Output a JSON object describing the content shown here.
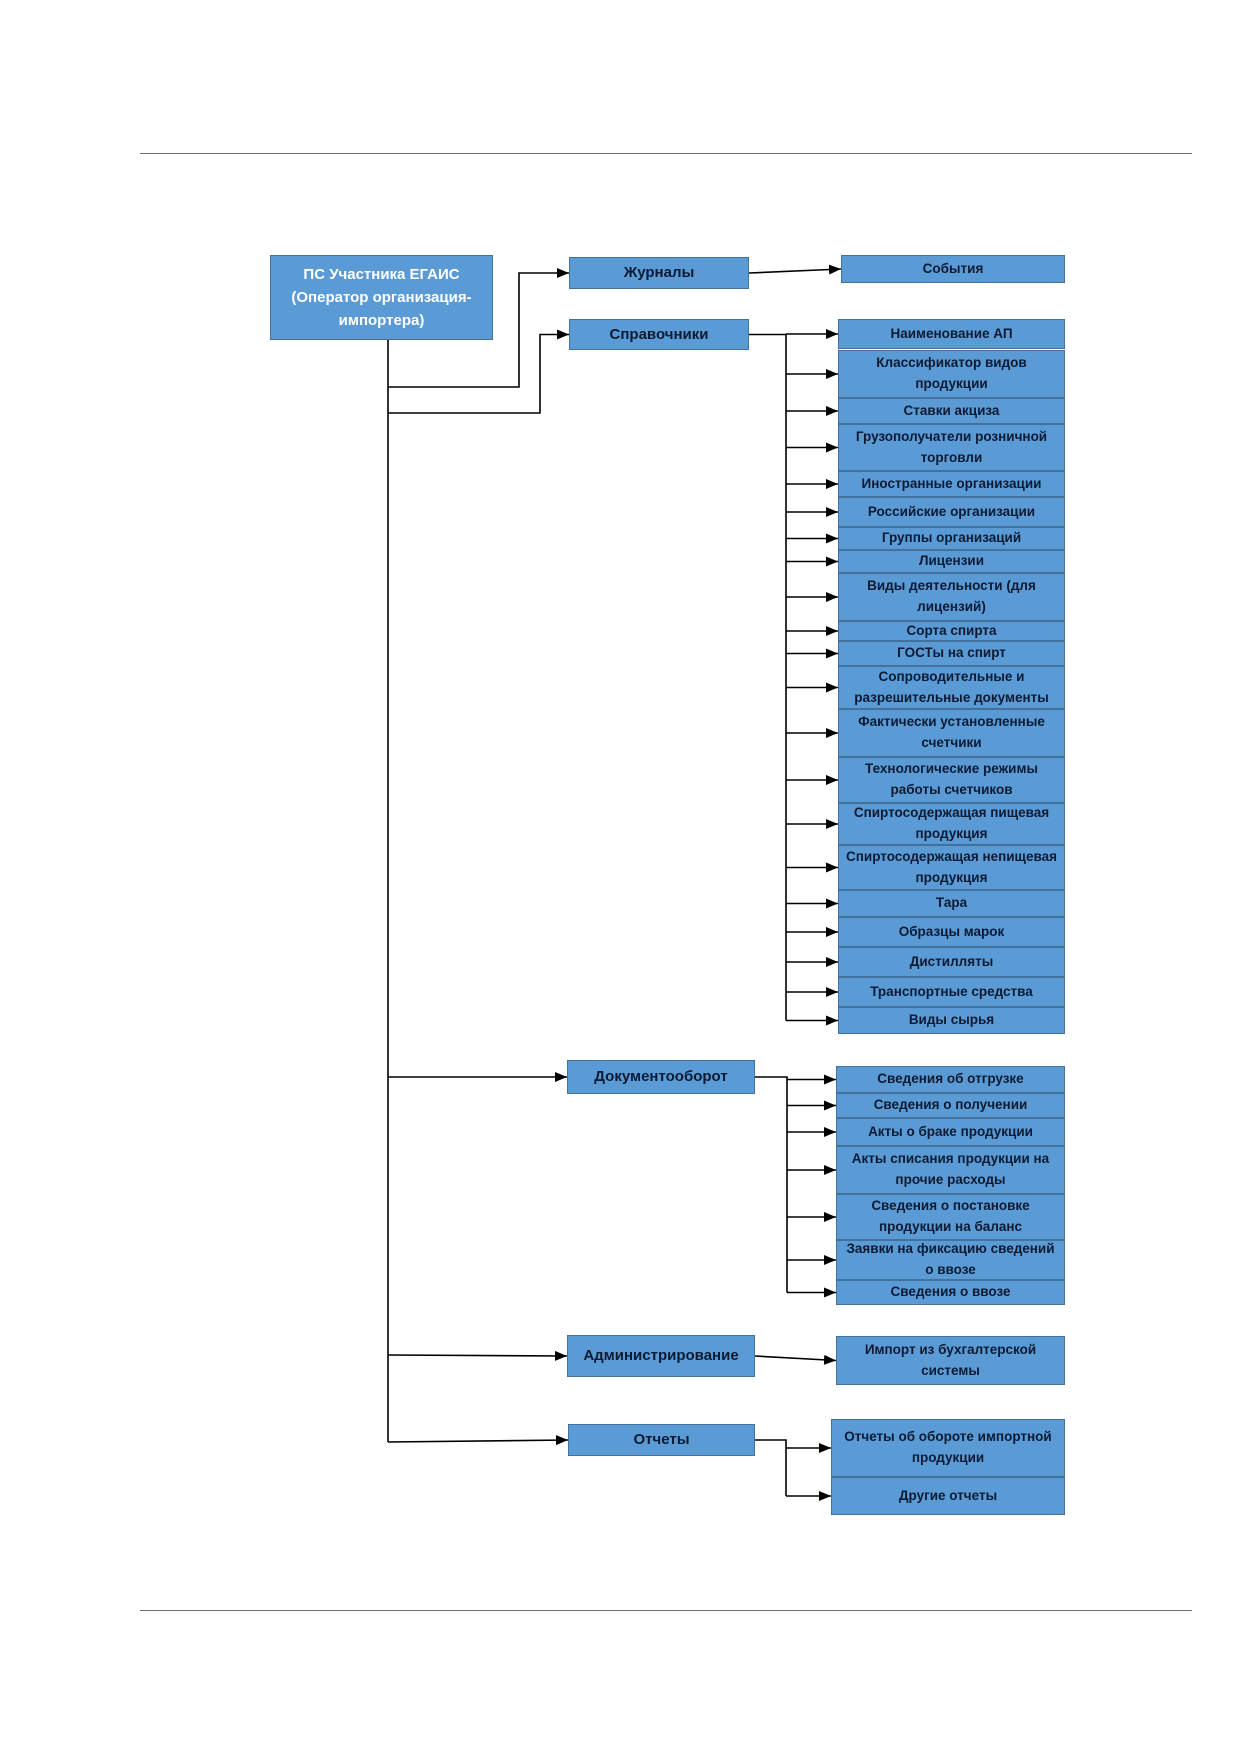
{
  "root": {
    "label": "ПС Участника ЕГАИС (Оператор организация-импортера)"
  },
  "groups": [
    {
      "label": "Журналы",
      "items": [
        "События"
      ]
    },
    {
      "label": "Справочники",
      "items": [
        "Наименование АП",
        "Классификатор видов продукции",
        "Ставки акциза",
        "Грузополучатели розничной торговли",
        "Иностранные организации",
        "Российские организации",
        "Группы организаций",
        "Лицензии",
        "Виды деятельности (для лицензий)",
        "Сорта спирта",
        "ГОСТы на спирт",
        "Сопроводительные и разрешительные документы",
        "Фактически установленные счетчики",
        "Технологические режимы работы счетчиков",
        "Спиртосодержащая пищевая продукция",
        "Спиртосодержащая непищевая продукция",
        "Тара",
        "Образцы марок",
        "Дистилляты",
        "Транспортные средства",
        "Виды сырья"
      ]
    },
    {
      "label": "Документооборот",
      "items": [
        "Сведения об отгрузке",
        "Сведения о получении",
        "Акты о браке продукции",
        "Акты списания продукции на прочие расходы",
        "Сведения о постановке продукции на баланс",
        "Заявки на фиксацию сведений о ввозе",
        "Сведения о ввозе"
      ]
    },
    {
      "label": "Администрирование",
      "items": [
        "Импорт из бухгалтерской системы"
      ]
    },
    {
      "label": "Отчеты",
      "items": [
        "Отчеты об обороте импортной продукции",
        "Другие отчеты"
      ]
    }
  ],
  "colors": {
    "box_fill": "#5b9bd5",
    "box_border": "#41719c",
    "root_text": "#ffffff",
    "box_text": "#0c1a33",
    "connector": "#000000",
    "page_rule": "#6e6e6e"
  }
}
